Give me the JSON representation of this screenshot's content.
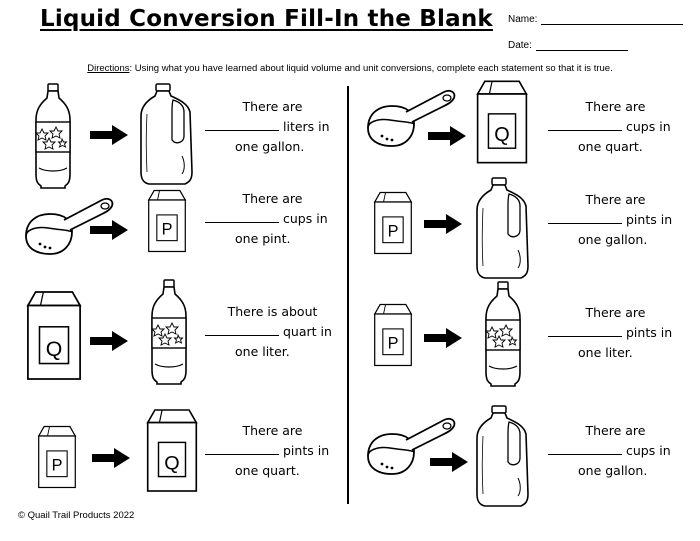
{
  "title": "Liquid Conversion Fill-In the Blank",
  "header": {
    "name_label": "Name:",
    "date_label": "Date:"
  },
  "directions": {
    "label": "Directions",
    "text": ": Using what you have learned about liquid volume and unit conversions, complete each statement so that it is true."
  },
  "letters": {
    "quart": "Q",
    "pint": "P"
  },
  "statements": {
    "l1": {
      "line1": "There are",
      "line2": "liters in",
      "line3": "one gallon."
    },
    "l2": {
      "line1": "There are",
      "line2": "cups in",
      "line3": "one pint."
    },
    "l3": {
      "line1": "There is about",
      "line2": "quart in",
      "line3": "one liter."
    },
    "l4": {
      "line1": "There are",
      "line2": "pints in",
      "line3": "one quart."
    },
    "r1": {
      "line1": "There are",
      "line2": "cups in",
      "line3": "one quart."
    },
    "r2": {
      "line1": "There are",
      "line2": "pints in",
      "line3": "one gallon."
    },
    "r3": {
      "line1": "There are",
      "line2": "pints in",
      "line3": "one liter."
    },
    "r4": {
      "line1": "There are",
      "line2": "cups in",
      "line3": "one gallon."
    }
  },
  "footer": {
    "copyright": "© Quail Trail Products 2022"
  }
}
